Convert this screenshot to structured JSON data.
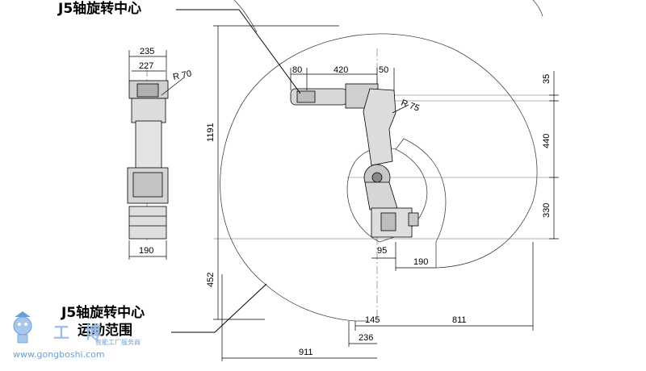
{
  "callouts": {
    "top_label": "J5轴旋转中心",
    "bottom_label_line1": "J5轴旋转中心",
    "bottom_label_line2": "运动范围"
  },
  "front_view": {
    "dims": {
      "overall_width": "235",
      "inner_width": "227",
      "radius": "R 70",
      "base_width": "190"
    }
  },
  "side_view": {
    "dims": {
      "top_80": "80",
      "top_420": "420",
      "top_50": "50",
      "radius": "R 75",
      "right_35": "35",
      "right_440": "440",
      "right_330": "330",
      "left_1191": "1191",
      "left_452": "452",
      "base_95": "95",
      "base_190": "190",
      "bottom_145": "145",
      "bottom_811": "811",
      "bottom_236": "236",
      "bottom_911": "911"
    }
  },
  "watermark": {
    "brand_text": "工 博",
    "sub_text": "智能工厂服务商",
    "url": "www.gongboshi.com"
  },
  "colors": {
    "line": "#000000",
    "robot_fill": "#d8d8d8",
    "robot_dark": "#555555",
    "watermark": "#6aa0d8"
  }
}
